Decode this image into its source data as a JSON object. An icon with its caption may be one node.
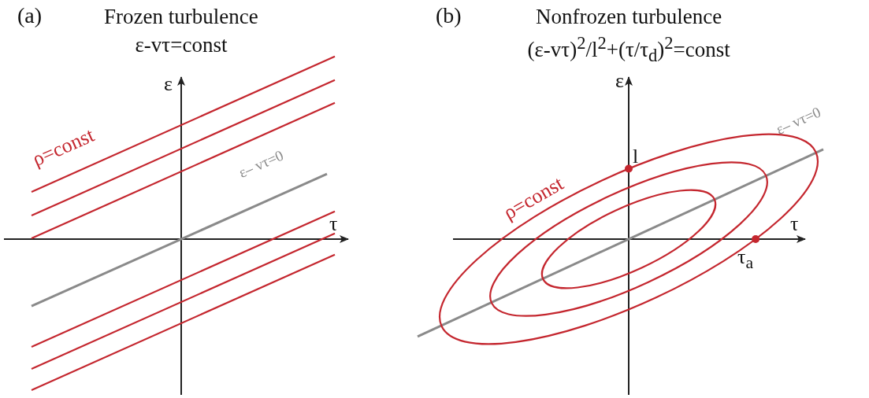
{
  "diagram": {
    "labels": [
      "(a)",
      "Frozen turbulence",
      "ε-vτ=const",
      "(b)",
      "Nonfrozen turbulence",
      "(ε-vτ)$^{2}$/l$^{2}$+(τ/τ$_{d}$)$^{2}$=const",
      "ε",
      "ρ=const",
      "ε– vτ=0",
      "τ",
      "ε",
      "l",
      "ρ=const",
      "ε– vτ=0",
      "τ",
      "τ$_{a}$"
    ]
  }
}
